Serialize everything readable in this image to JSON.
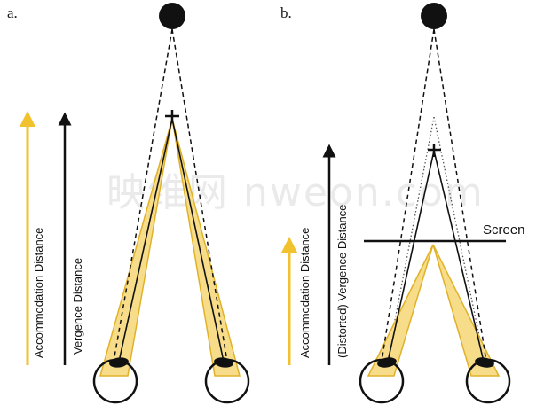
{
  "panel_a": {
    "label": "a.",
    "accommodation_label": "Accommodation Distance",
    "vergence_label": "Vergence Distance"
  },
  "panel_b": {
    "label": "b.",
    "accommodation_label": "Accommodation Distance",
    "vergence_label": "(Distorted) Vergence Distance",
    "screen_label": "Screen"
  },
  "watermark": "映维网 nweon.com",
  "colors": {
    "accommodation": "#f2c12e",
    "cone_fill": "#f7dc8a",
    "cone_stroke": "#e0b22a",
    "line": "#111111"
  },
  "icons": {
    "target": "filled-circle",
    "fixation": "cross",
    "eye": "circle-with-pupil"
  }
}
